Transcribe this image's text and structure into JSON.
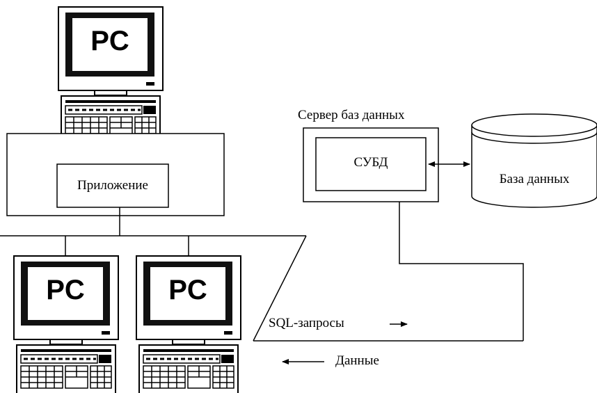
{
  "pcs": [
    {
      "label": "PC"
    },
    {
      "label": "PC"
    },
    {
      "label": "PC"
    }
  ],
  "application": {
    "label": "Приложение"
  },
  "server": {
    "title": "Сервер баз данных",
    "dbms_label": "СУБД"
  },
  "database": {
    "label": "База данных"
  },
  "legend": {
    "sql_label": "SQL-запросы",
    "data_label": "Данные"
  }
}
